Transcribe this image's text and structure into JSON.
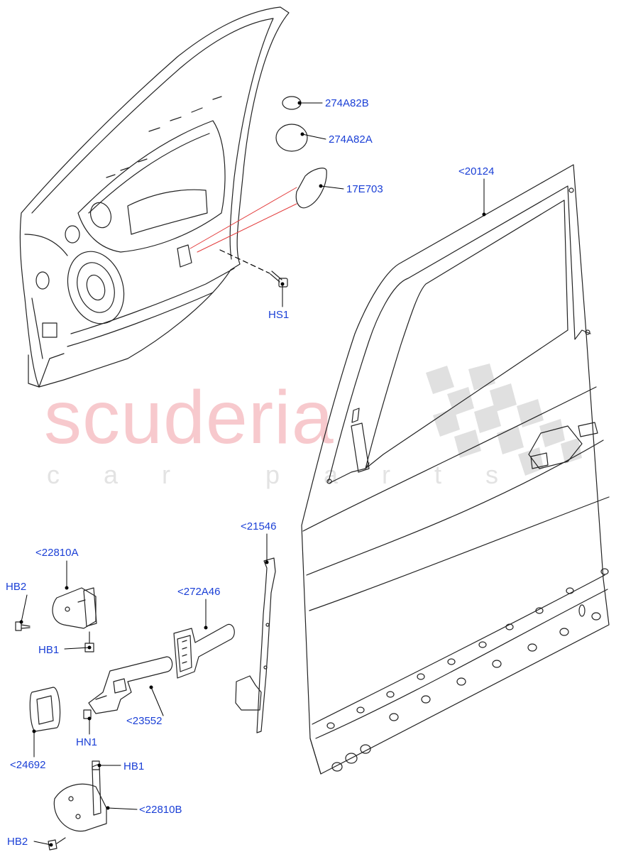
{
  "watermark": {
    "brand": "scuderia",
    "tagline": "car parts",
    "colors": {
      "brand": "#f7c9cd",
      "tagline": "#e3e3e3",
      "checker": "#d9d9d9"
    }
  },
  "callouts": {
    "p274a82b": "274A82B",
    "p274a82a": "274A82A",
    "p17e703": "17E703",
    "p20124": "<20124",
    "hs1": "HS1",
    "p21546": "<21546",
    "p22810a": "<22810A",
    "p272a46": "<272A46",
    "hb2_top": "HB2",
    "hb1_top": "HB1",
    "p23552": "<23552",
    "hn1": "HN1",
    "p24692": "<24692",
    "hb1_bottom": "HB1",
    "p22810b": "<22810B",
    "hb2_bottom": "HB2"
  },
  "colors": {
    "label": "#1a3fd6",
    "linework": "#222222",
    "leader": "#000000",
    "highlight": "#e23a3a"
  }
}
